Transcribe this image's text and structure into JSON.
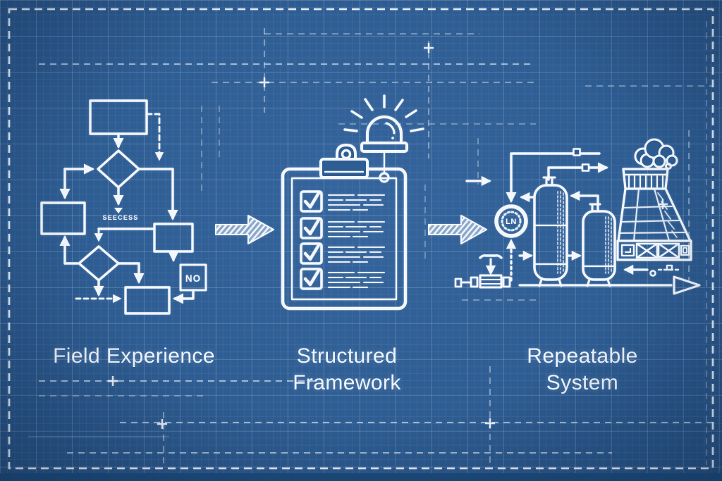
{
  "colors": {
    "background": "#2e5d93",
    "stroke": "#f3f7fc",
    "footer_strip": "#1d4a7a"
  },
  "labels": {
    "field_experience": "Field Experience",
    "structured_1": "Structured",
    "structured_2": "Framework",
    "repeatable_1": "Repeatable",
    "repeatable_2": "System"
  },
  "flowchart": {
    "success_label": "SEECESS",
    "no_label": "NO"
  },
  "plant": {
    "gauge_label": "LN"
  },
  "checklist": {
    "item_count": 4,
    "checked_count": 4
  },
  "icons": {
    "alarm-lamp-icon": "svg-dome-with-rays",
    "clipboard-icon": "svg-clipboard",
    "checkbox-checked-icon": "svg-square-with-check",
    "pressure-gauge-icon": "svg-circle-with-ticks",
    "vessel-tank-icon": "svg-rounded-cylinder",
    "cooling-tower-icon": "svg-hyperbolic-tower",
    "steam-cloud-icon": "svg-cloud",
    "valve-icon": "svg-valve",
    "flow-arrow-icon": "svg-hatched-arrow"
  }
}
